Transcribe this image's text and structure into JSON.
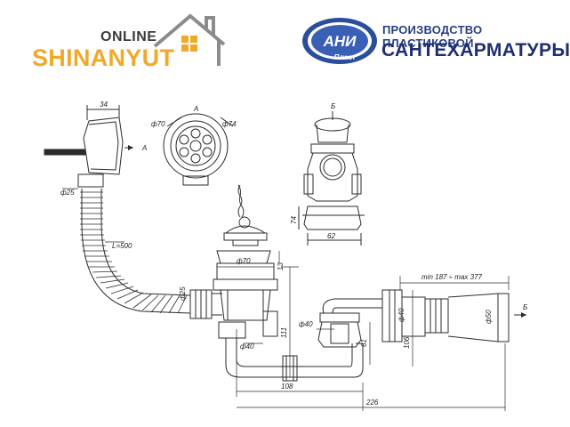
{
  "header": {
    "online_label": "ONLINE",
    "shop_name": "SHINANYUT",
    "manufacturer_logo_text": "АНИ",
    "manufacturer_logo_sub": "Пласт",
    "tagline_line1": "ПРОИЗВОДСТВО ПЛАСТИКОВОЙ",
    "tagline_line2": "САНТЕХАРМАТУРЫ"
  },
  "drawing": {
    "view_labels": {
      "view_a_title": "A",
      "view_a_arrow": "A",
      "view_b_title": "Б",
      "view_b_arrow": "Б"
    },
    "dimensions": {
      "overflow_depth": "34",
      "outer_diameter": "ф70",
      "overflow_diameter": "ф74",
      "hose_diameter": "ф25",
      "hose_length": "L=500",
      "side_height": "74",
      "side_width": "62",
      "drain_diameter": "ф70",
      "drain_gap": "13",
      "inlet_diameter": "ф25",
      "trap_diameter_right": "ф40",
      "trap_diameter_left": "ф40",
      "height_111": "111",
      "height_61": "61",
      "height_106": "106",
      "outlet_inner": "ф40",
      "outlet_outer": "ф50",
      "length_range": "min 187 ÷ max 377",
      "length_108": "108",
      "length_226": "226"
    }
  },
  "colors": {
    "line": "#2b2b2b",
    "brand_orange": "#f0a92a",
    "brand_blue": "#1f2f6f",
    "house_gray": "#8c8c8c"
  }
}
